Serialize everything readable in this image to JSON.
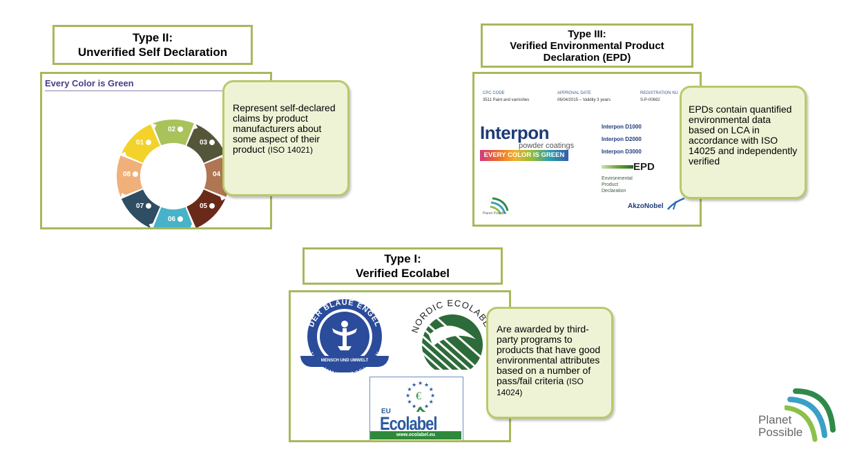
{
  "type2": {
    "title_line1": "Type II:",
    "title_line2": "Unverified Self Declaration",
    "image_heading": "Every Color is Green",
    "callout_main": "Represent self-declared claims by product manufacturers about some aspect of their product",
    "callout_ref": "(ISO 14021)",
    "wheel_numbers": [
      "01",
      "02",
      "03",
      "04",
      "05",
      "06",
      "07",
      "08"
    ],
    "wheel_colors": [
      "#f3d22a",
      "#a9c25a",
      "#55553a",
      "#b07552",
      "#6a2a19",
      "#48b2c9",
      "#2f4d63",
      "#f0b07a"
    ]
  },
  "type3": {
    "title_line1": "Type III:",
    "title_line2": "Verified Environmental Product",
    "title_line3": "Declaration (EPD)",
    "hdr_col1": "CPC CODE",
    "hdr_col1_val": "3511 Paint and varnishes",
    "hdr_col2": "APPROVAL DATE",
    "hdr_col2_val": "06/04/2015 – Validity 3 years",
    "hdr_col3": "REGISTRATION NU",
    "hdr_col3_val": "S-P-00692",
    "brand": "Interpon",
    "brand_sub": "powder coatings",
    "banner": "EVERY COLOR IS GREEN",
    "products": [
      "Interpon D1000",
      "Interpon D2000",
      "Interpon D3000"
    ],
    "epd_mark": "EPD",
    "epd_caption": [
      "Environmental",
      "Product",
      "Declaration"
    ],
    "small_logo": "Planet Possible",
    "akzo": "AkzoNobel",
    "callout": "EPDs contain quantified environmental data based on LCA in accordance with ISO 14025 and independently verified"
  },
  "type1": {
    "title_line1": "Type I:",
    "title_line2": "Verified Ecolabel",
    "blue_angel_top": "DER BLAUE ENGEL",
    "blue_angel_mid": "JURY UMWELTZEICHEN",
    "blue_angel_bottom": "MENSCH UND UMWELT",
    "nordic": "NORDIC ECOLABEL",
    "eu_prefix": "EU",
    "eu_word": "Ecolabel",
    "eu_url": "www.ecolabel.eu",
    "callout_main": "Are awarded by third-party programs to products that have good environmental attributes based on a number of pass/fail criteria",
    "callout_ref": "(ISO 14024)"
  },
  "corner_logo": {
    "line1": "Planet",
    "line2": "Possible"
  }
}
